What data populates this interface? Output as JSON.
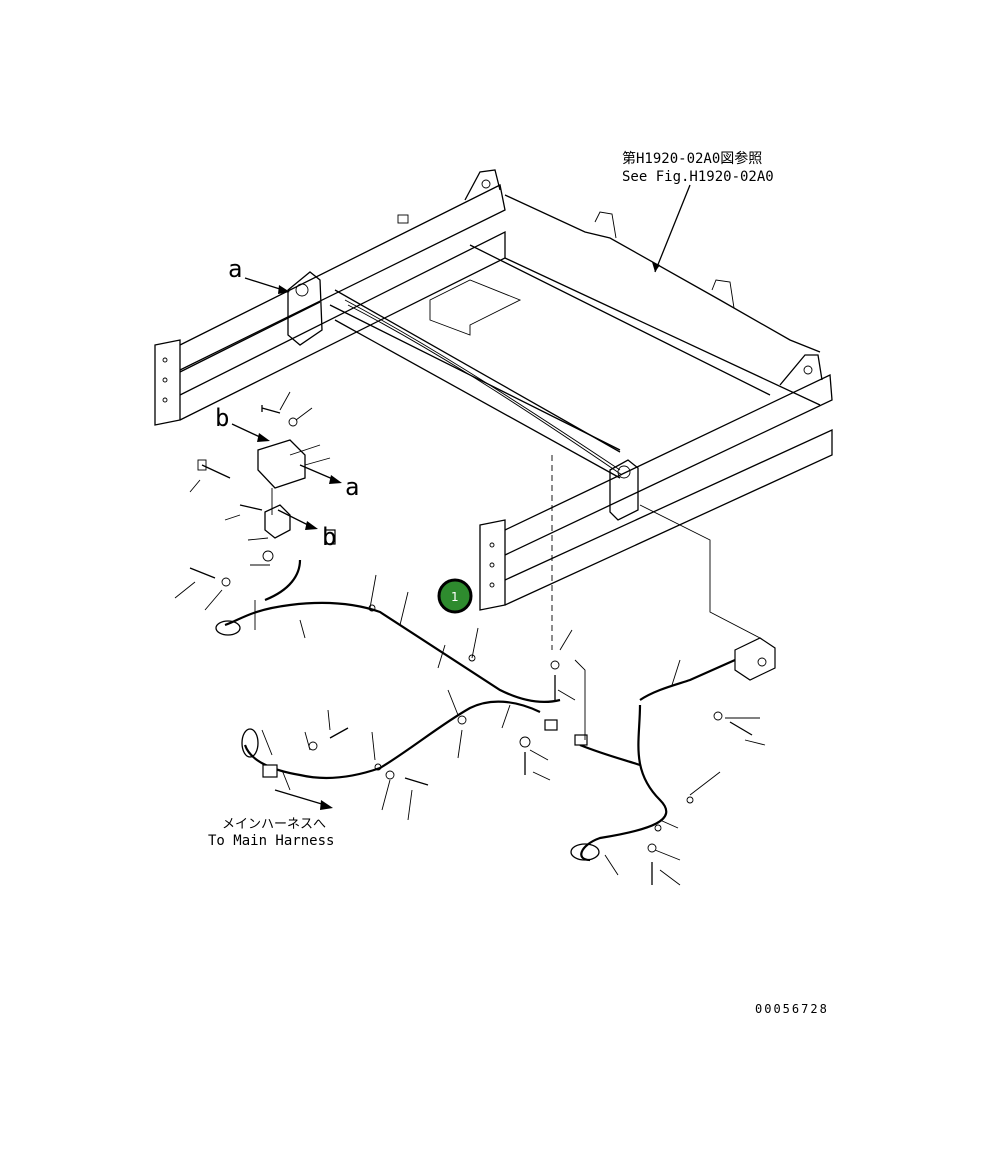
{
  "references": {
    "see_fig_jp": "第H1920-02A0図参照",
    "see_fig_en": "See Fig.H1920-02A0"
  },
  "to_main_harness": {
    "jp": "メインハーネスへ",
    "en": "To Main Harness"
  },
  "letters": {
    "a": "a",
    "b": "b"
  },
  "callout": {
    "number": "1",
    "color": "#2e8b2e"
  },
  "drawing_number": "00056728"
}
